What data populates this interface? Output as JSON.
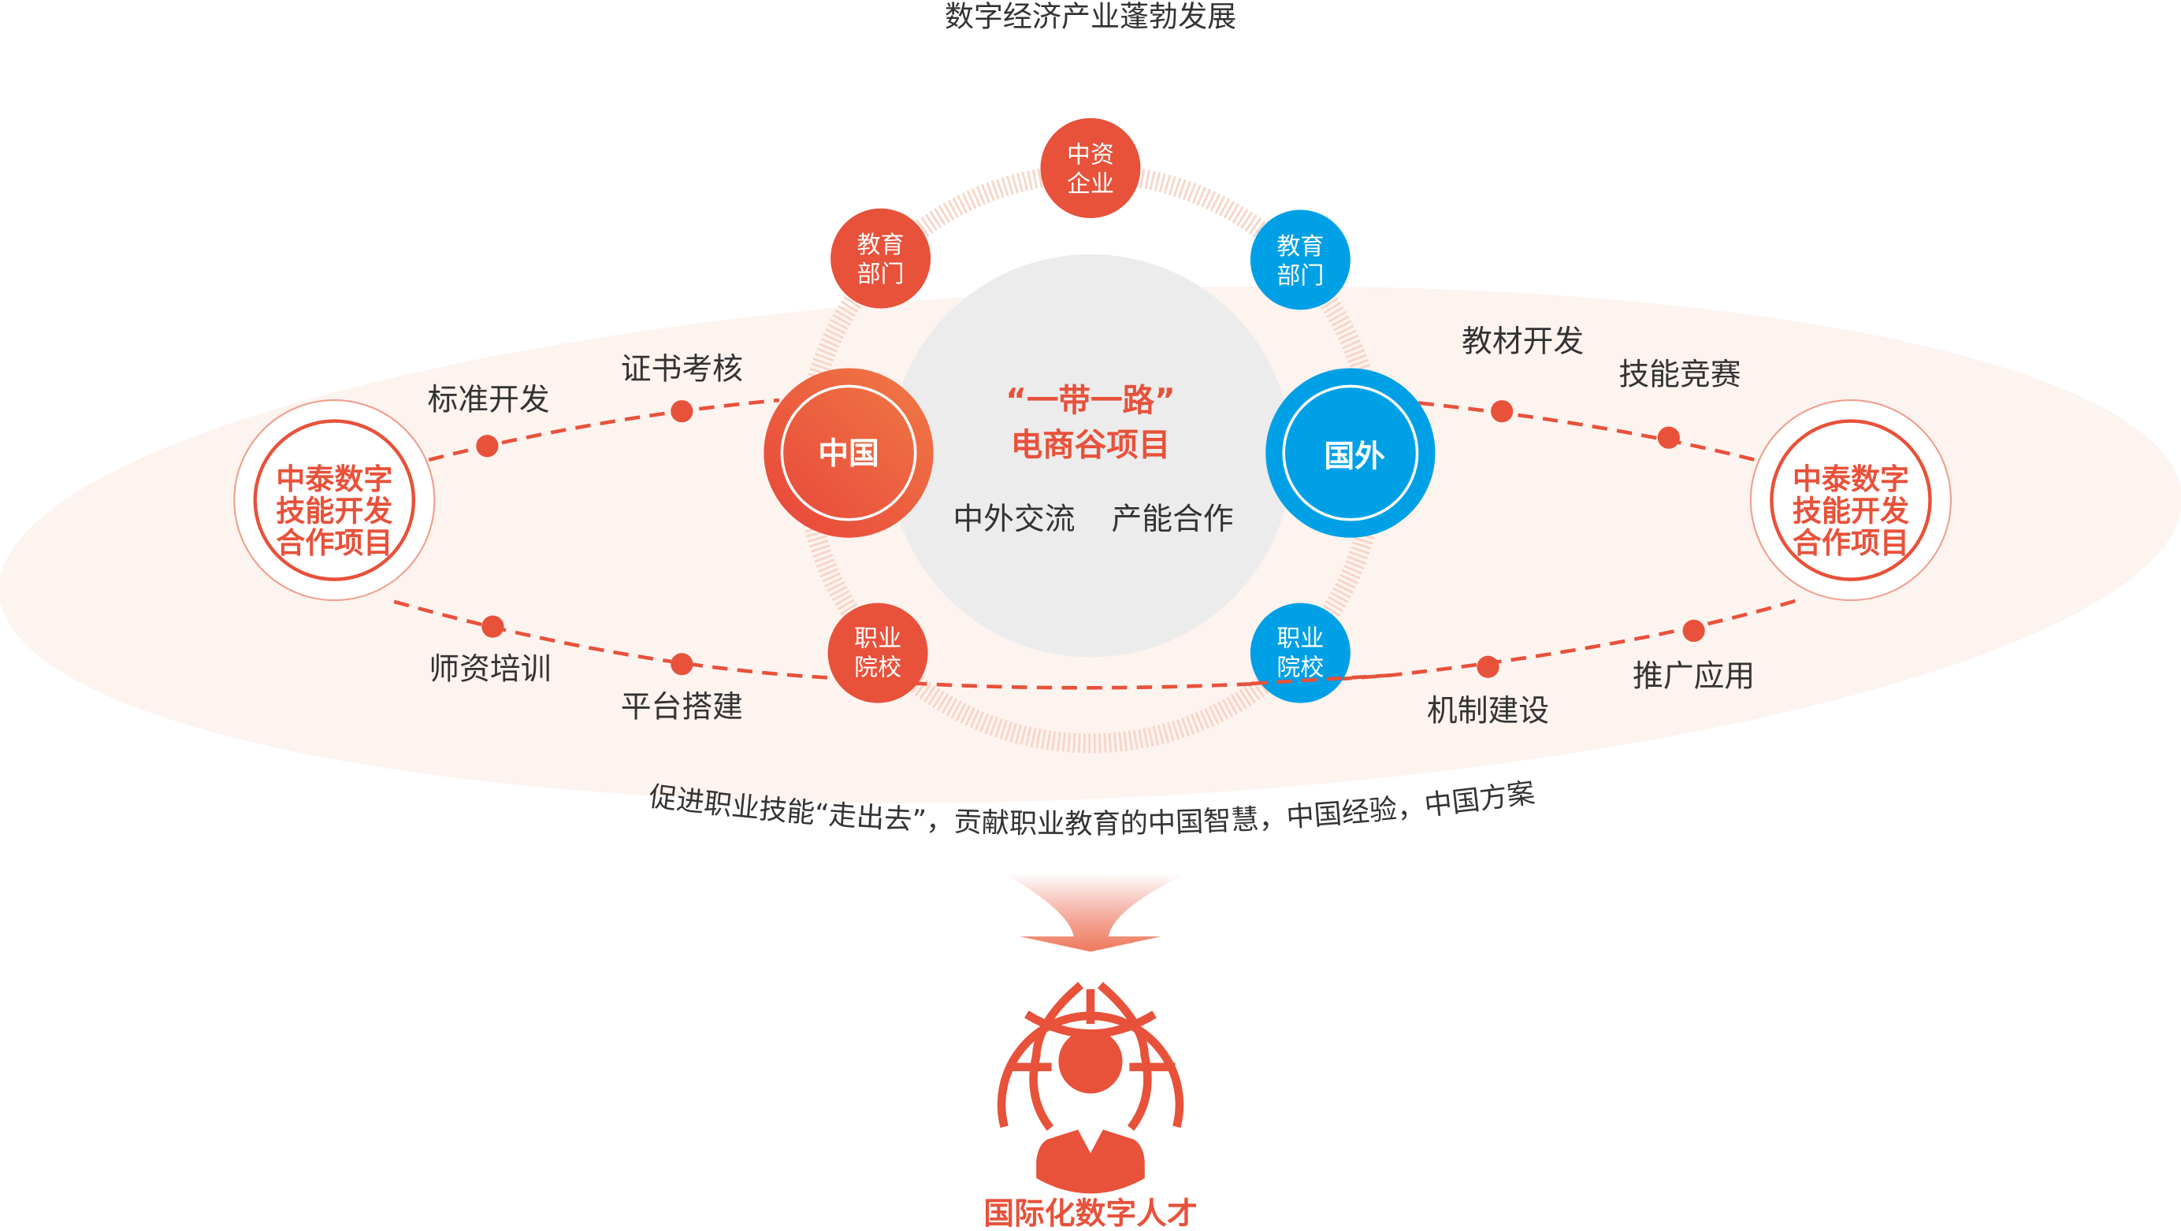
{
  "title": "数字经济产业蓬勃发展",
  "center": {
    "line1": "“一带一路”",
    "line2": "电商谷项目",
    "left_text": "中外交流",
    "right_text": "产能合作"
  },
  "nodes": {
    "top": [
      "中资",
      "企业"
    ],
    "edu_left": [
      "教育",
      "部门"
    ],
    "edu_right": [
      "教育",
      "部门"
    ],
    "voc_left": [
      "职业",
      "院校"
    ],
    "voc_right": [
      "职业",
      "院校"
    ],
    "china": "中国",
    "abroad": "国外"
  },
  "project": [
    "中泰数字",
    "技能开发",
    "合作项目"
  ],
  "labels": {
    "standard": "标准开发",
    "certificate": "证书考核",
    "teacher": "师资培训",
    "platform": "平台搭建",
    "textbook": "教材开发",
    "competition": "技能竞赛",
    "mechanism": "机制建设",
    "promotion": "推广应用"
  },
  "slogan": "促进职业技能“走出去”，贡献职业教育的中国智慧，中国经验，中国方案",
  "result": "国际化数字人才",
  "colors": {
    "red": "#e8513a",
    "blue": "#00a0e6",
    "gray": "#ececec",
    "pale": "#fdf3ef"
  }
}
